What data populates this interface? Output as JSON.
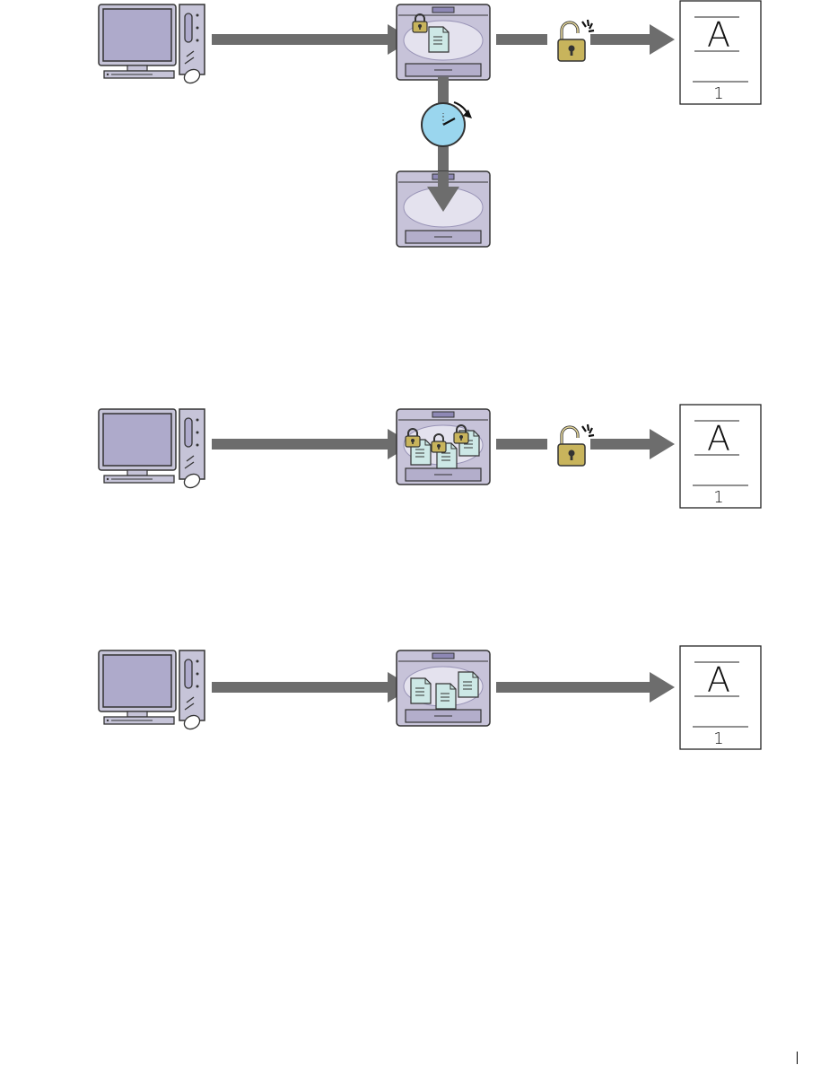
{
  "page": {
    "text_letter": "A",
    "text_number": "1"
  },
  "colors": {
    "arrow": "#6d6d6d",
    "printer_body": "#c7c3d9",
    "printer_tray": "#b3aecb",
    "printer_oval": "#e4e2ee",
    "computer_body": "#c6c4d8",
    "screen": "#aeaacb",
    "lock_gold": "#c8b45c",
    "doc_fill": "#cde8e6",
    "clock_face": "#9ad6ee"
  },
  "diagrams": [
    {
      "id": "secure-print-timed-delete"
    },
    {
      "id": "secure-print-multiple"
    },
    {
      "id": "standard-print"
    }
  ]
}
